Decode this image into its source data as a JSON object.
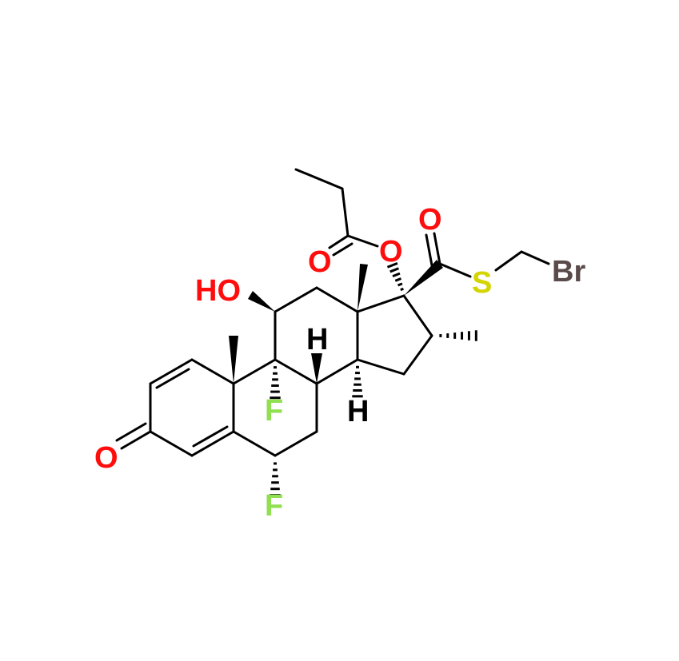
{
  "molecule": {
    "labels": {
      "o_ketone": "O",
      "hydroxyl": "HO",
      "f9": "F",
      "f6": "F",
      "h8": "H",
      "h14": "H",
      "o_ester_carbonyl": "O",
      "o_ester": "O",
      "o_thio_carbonyl": "O",
      "sulfur": "S",
      "bromine": "Br"
    },
    "colors": {
      "bond": "#000000",
      "oxygen": "#ff0d0d",
      "fluorine": "#90e050",
      "sulfur": "#d4d400",
      "bromine": "#5a4a4a",
      "hydrogen": "#000000"
    }
  }
}
